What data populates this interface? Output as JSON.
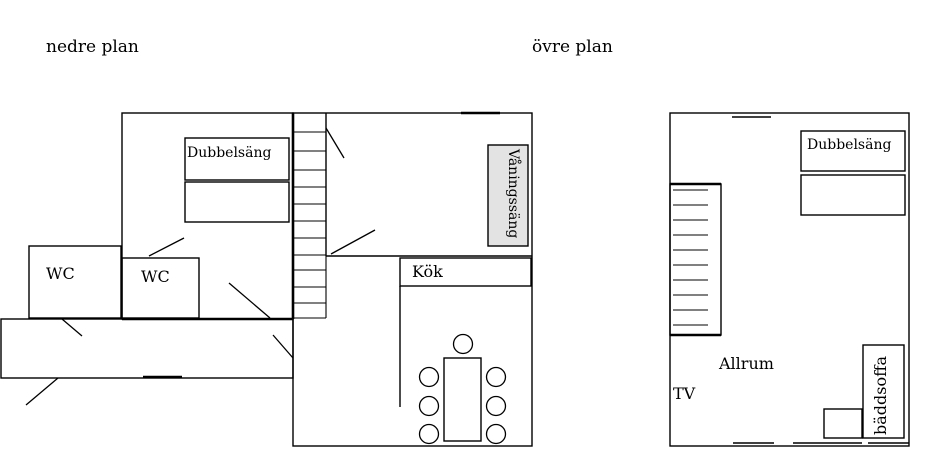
{
  "headings": {
    "lower": "nedre plan",
    "upper": "övre plan"
  },
  "lower_floor": {
    "double_bed": "Dubbelsäng",
    "wc_left": "WC",
    "wc_right": "WC",
    "bunk_bed": "Våningssäng",
    "kitchen": "Kök"
  },
  "upper_floor": {
    "double_bed": "Dubbelsäng",
    "living_room": "Allrum",
    "tv": "TV",
    "sofa_bed": "bäddsoffa"
  }
}
